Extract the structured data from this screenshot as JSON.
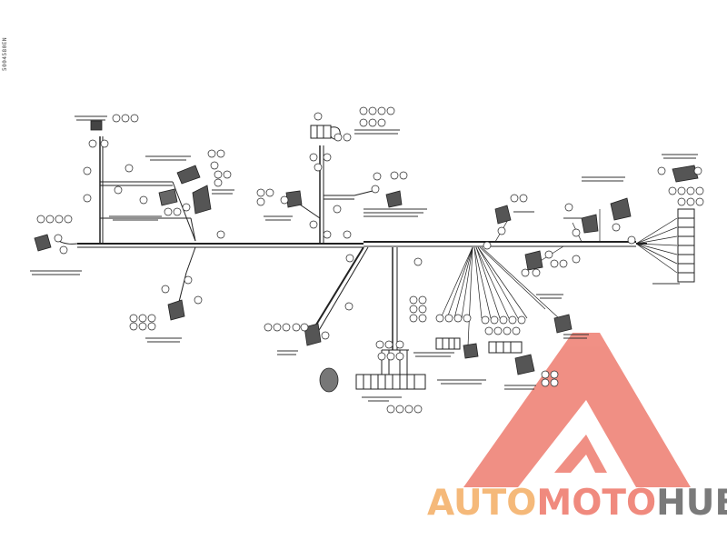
{
  "diagram": {
    "side_code": "5004580EN",
    "brand": {
      "part1": "AUTO",
      "part2": "MOTO",
      "part3": "HUB"
    },
    "colors": {
      "line": "#222222",
      "logo_red": "#f08a7e",
      "logo_orange": "#f5b97a",
      "logo_gray": "#7a7a7a"
    }
  }
}
